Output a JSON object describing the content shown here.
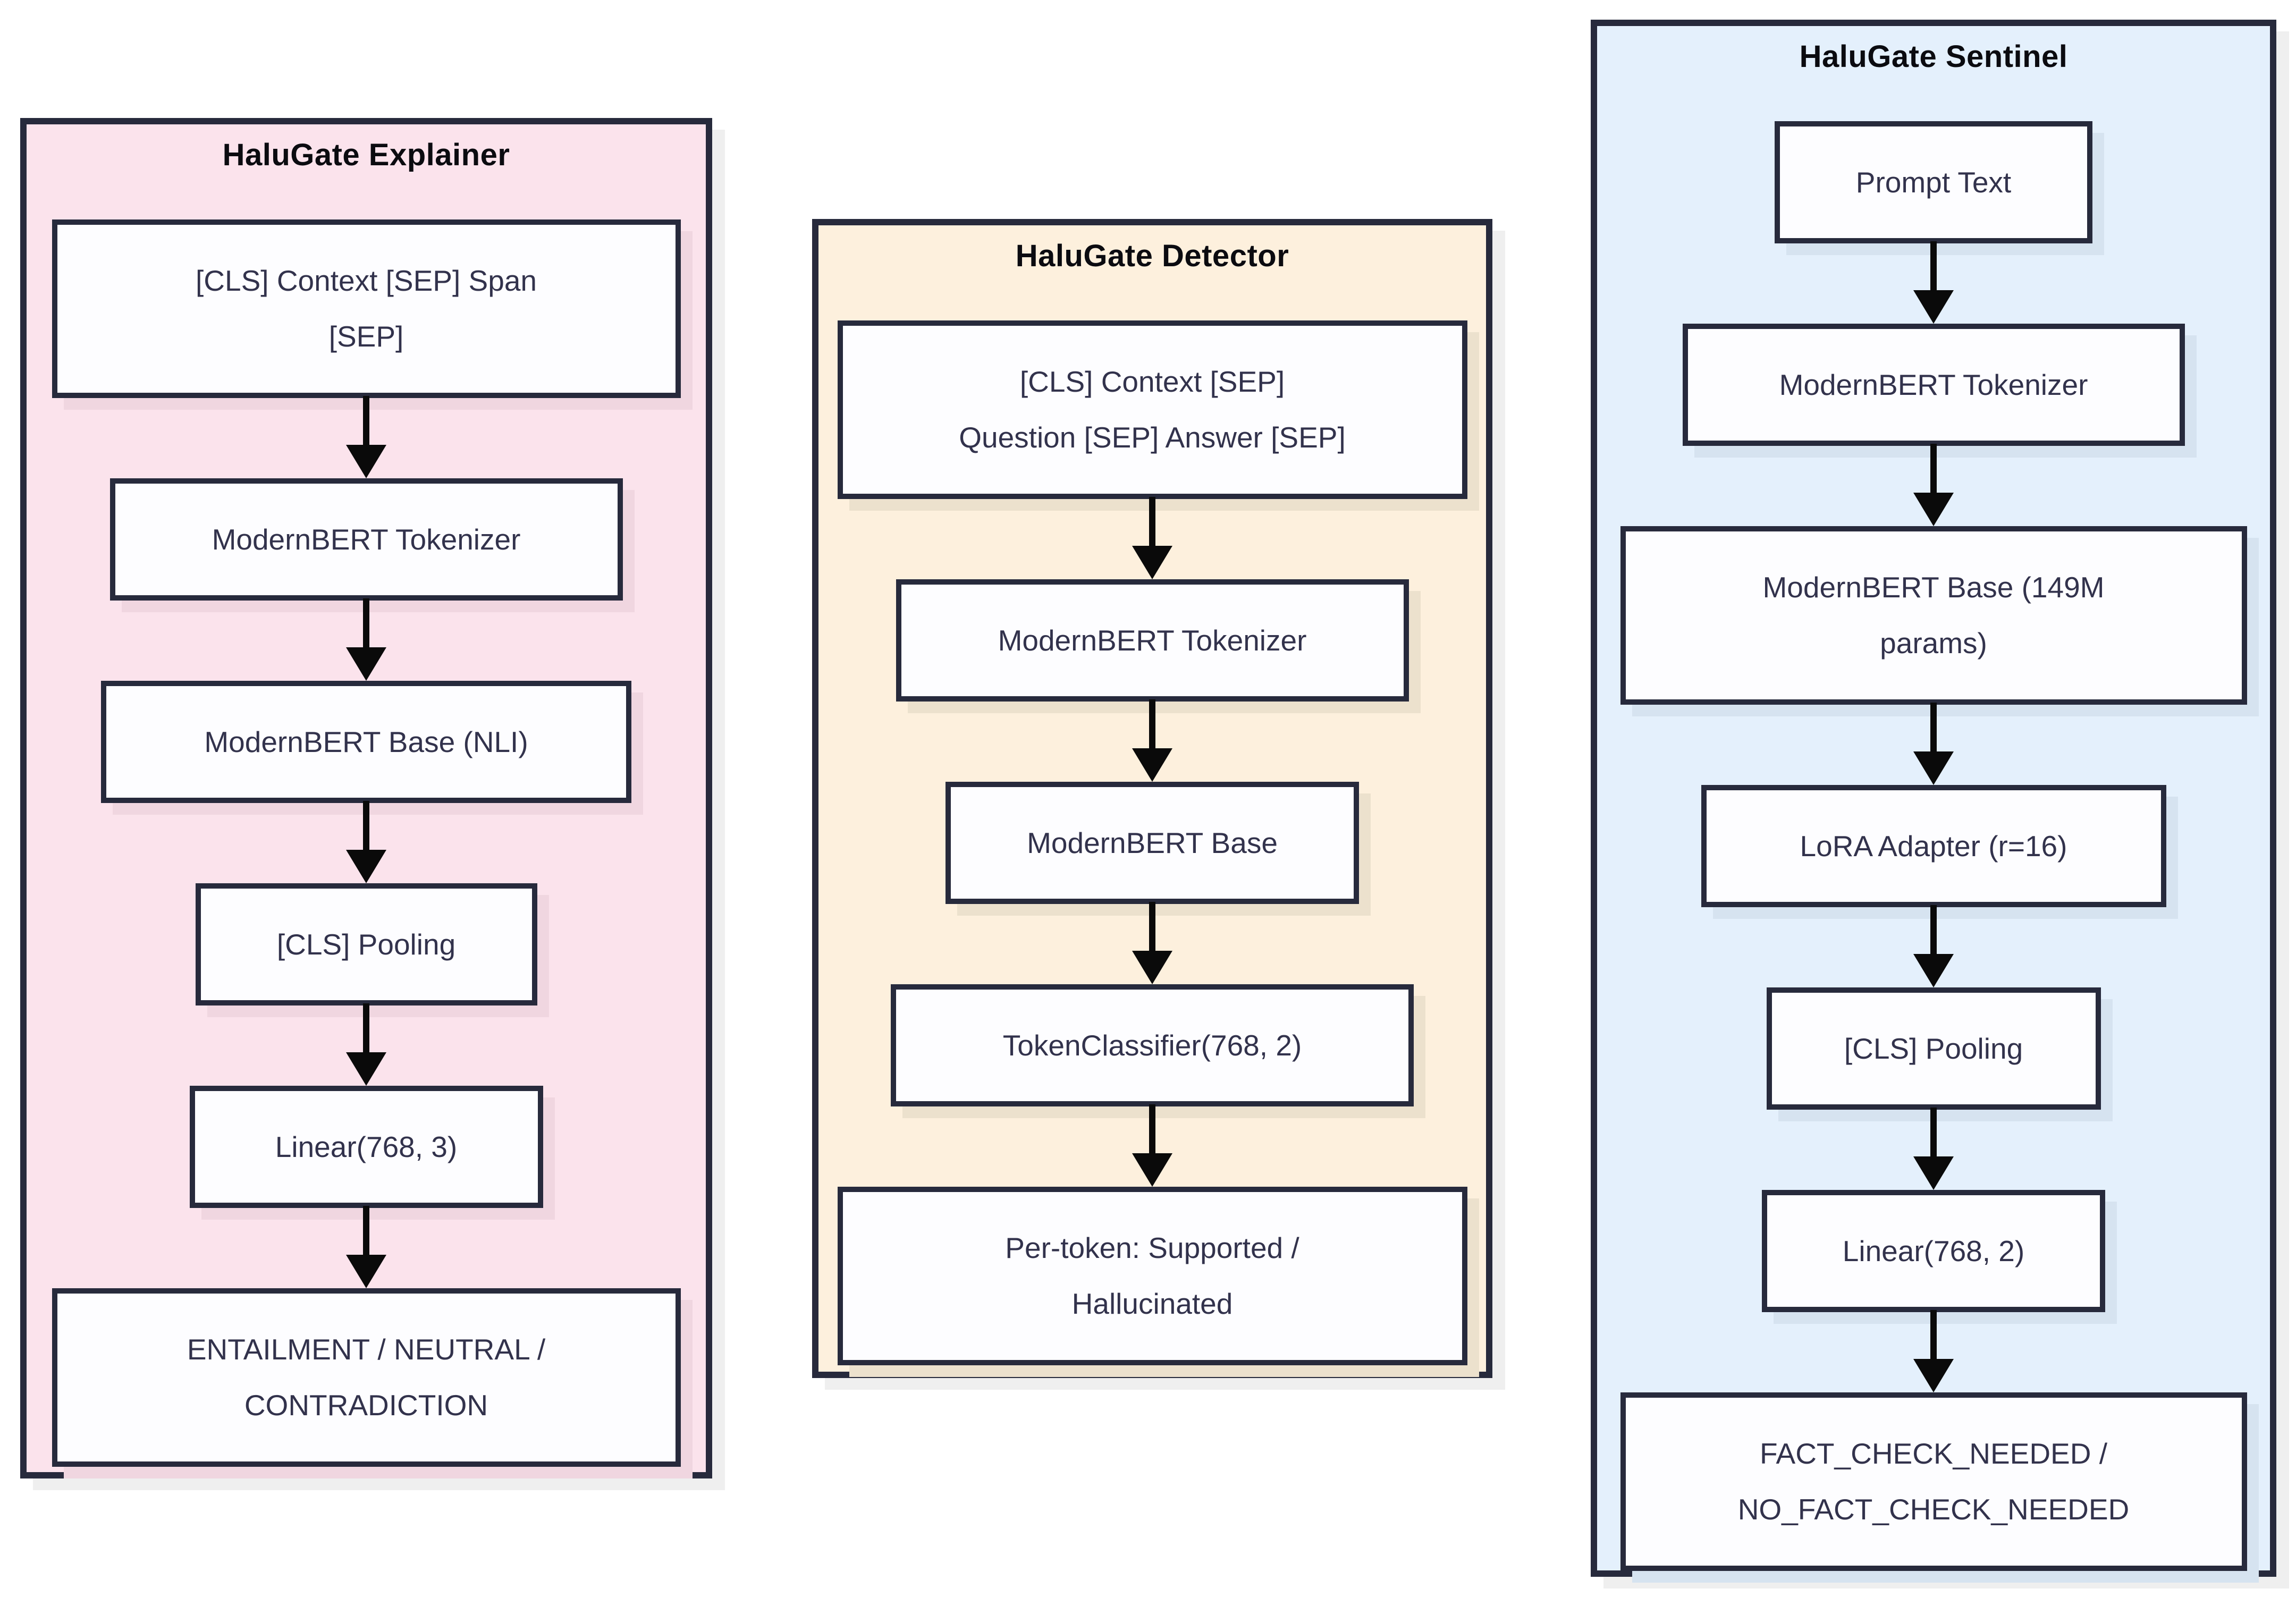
{
  "diagram": {
    "columns": [
      {
        "title": "HaluGate Explainer",
        "panel_color": "#fbe3ec",
        "boxes": [
          {
            "name": "input",
            "lines": [
              "[CLS] Context [SEP] Span",
              "[SEP]"
            ]
          },
          {
            "name": "tokenizer",
            "lines": [
              "ModernBERT Tokenizer"
            ]
          },
          {
            "name": "base-model",
            "lines": [
              "ModernBERT Base (NLI)"
            ]
          },
          {
            "name": "pooling",
            "lines": [
              "[CLS] Pooling"
            ]
          },
          {
            "name": "linear",
            "lines": [
              "Linear(768, 3)"
            ]
          },
          {
            "name": "output",
            "lines": [
              "ENTAILMENT / NEUTRAL /",
              "CONTRADICTION"
            ]
          }
        ]
      },
      {
        "title": "HaluGate Detector",
        "panel_color": "#fdf0dd",
        "boxes": [
          {
            "name": "input",
            "lines": [
              "[CLS] Context [SEP]",
              "Question [SEP] Answer [SEP]"
            ]
          },
          {
            "name": "tokenizer",
            "lines": [
              "ModernBERT Tokenizer"
            ]
          },
          {
            "name": "base-model",
            "lines": [
              "ModernBERT Base"
            ]
          },
          {
            "name": "classifier",
            "lines": [
              "TokenClassifier(768, 2)"
            ]
          },
          {
            "name": "output",
            "lines": [
              "Per-token: Supported /",
              "Hallucinated"
            ]
          }
        ]
      },
      {
        "title": "HaluGate Sentinel",
        "panel_color": "#e4f0fc",
        "boxes": [
          {
            "name": "input",
            "lines": [
              "Prompt Text"
            ]
          },
          {
            "name": "tokenizer",
            "lines": [
              "ModernBERT Tokenizer"
            ]
          },
          {
            "name": "base-model",
            "lines": [
              "ModernBERT Base (149M",
              "params)"
            ]
          },
          {
            "name": "lora",
            "lines": [
              "LoRA Adapter (r=16)"
            ]
          },
          {
            "name": "pooling",
            "lines": [
              "[CLS] Pooling"
            ]
          },
          {
            "name": "linear",
            "lines": [
              "Linear(768, 2)"
            ]
          },
          {
            "name": "output",
            "lines": [
              "FACT_CHECK_NEEDED /",
              "NO_FACT_CHECK_NEEDED"
            ]
          }
        ]
      }
    ],
    "colors": {
      "border_navy": "#272a3c",
      "box_fill": "#fdfdff",
      "box_text": "#32324c",
      "title_text": "#0b0b10",
      "arrow_black": "#0a0a0a",
      "panel_shadow": "#efefef",
      "box_shadow_on_pink": "#f0d6e0",
      "box_shadow_on_cream": "#ece1cd",
      "box_shadow_on_blue": "#d6e3f0"
    }
  }
}
